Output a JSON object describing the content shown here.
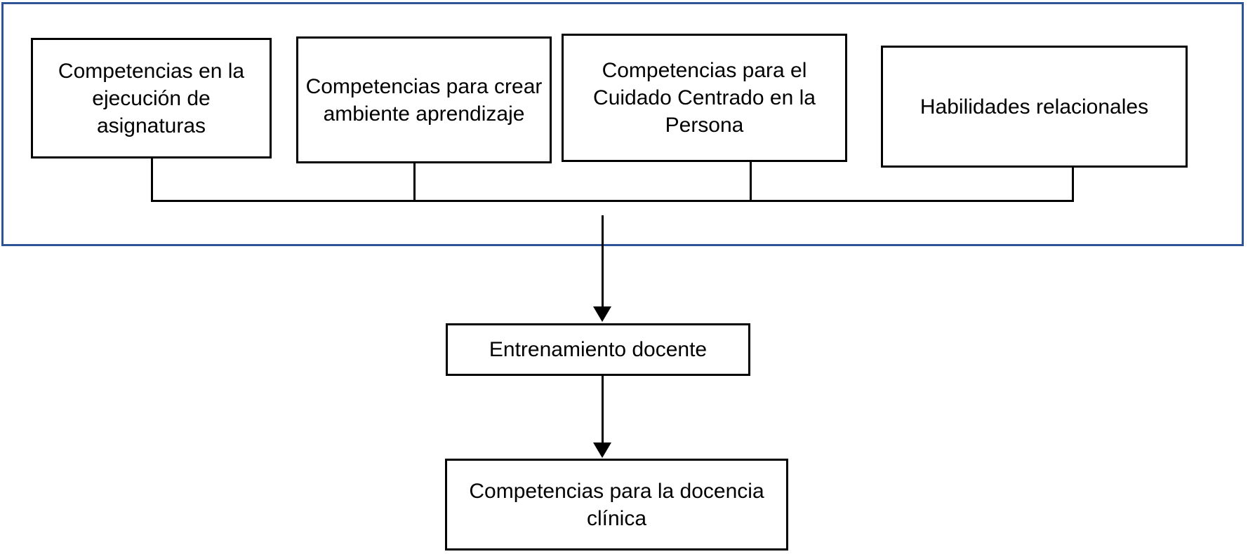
{
  "diagram": {
    "title": "Competencias para la docencia clínica",
    "type": "flowchart",
    "colors": {
      "group_border": "#2f5496",
      "node_border": "#000000",
      "node_fill": "#ffffff",
      "connector": "#000000",
      "text": "#000000"
    },
    "group": {
      "name": "competency-group",
      "border_color": "#2f5496",
      "nodes": [
        {
          "id": "box-ejecucion",
          "label": "Competencias en la ejecución de asignaturas",
          "lines": [
            "Competencias en",
            "la ejecución de",
            "asignaturas"
          ]
        },
        {
          "id": "box-ambiente",
          "label": "Competencias para crear ambiente aprendizaje",
          "lines": [
            "Competencias para",
            "crear ambiente",
            "aprendizaje"
          ]
        },
        {
          "id": "box-ccp",
          "label": "Competencias para el Cuidado Centrado en la Persona",
          "lines": [
            "Competencias para el",
            "Cuidado Centrado en",
            "la Persona"
          ]
        },
        {
          "id": "box-habilidades",
          "label": "Habilidades relacionales",
          "lines": [
            "Habilidades relacionales"
          ]
        }
      ]
    },
    "chain": [
      {
        "id": "box-entrenamiento",
        "label": "Entrenamiento docente",
        "lines": [
          "Entrenamiento docente"
        ]
      },
      {
        "id": "box-docencia",
        "label": "Competencias para la docencia clínica",
        "lines": [
          "Competencias para la",
          "docencia clínica"
        ]
      }
    ],
    "connectors": [
      {
        "name": "bus-connector",
        "from": "competency-group-nodes",
        "to": "bus",
        "style": "orthogonal",
        "arrow": false
      },
      {
        "name": "arrow-group-to-entrenamiento",
        "from": "competency-group",
        "to": "box-entrenamiento",
        "style": "straight",
        "arrow": true
      },
      {
        "name": "arrow-entrenamiento-to-docencia",
        "from": "box-entrenamiento",
        "to": "box-docencia",
        "style": "straight",
        "arrow": true
      }
    ]
  }
}
